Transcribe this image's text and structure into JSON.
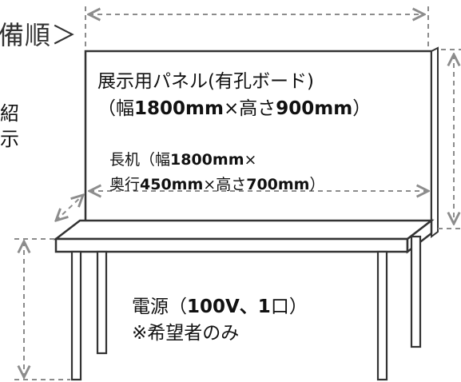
{
  "heading_fragment": "備順＞",
  "side_text": {
    "line1": "紹",
    "line2": "示"
  },
  "panel": {
    "title": "展示用パネル(有孔ボード)",
    "dims_open": "（幅",
    "dims_w": "1800mm",
    "dims_x": "×",
    "dims_h_label": "高さ",
    "dims_h": "900mm",
    "dims_close": "）"
  },
  "desk": {
    "line1_label": "長机（幅",
    "line1_w": "1800mm",
    "line1_x": "×",
    "line2_label": "奥行",
    "line2_d": "450mm",
    "line2_x": "×",
    "line2_h_label": "高さ",
    "line2_h": "700mm",
    "line2_close": "）"
  },
  "power": {
    "line1_label": "電源（",
    "line1_spec": "100V、1",
    "line1_tail": "口）",
    "line2": "※希望者のみ"
  },
  "colors": {
    "stroke": "#333333",
    "dash": "#8c8c8c",
    "text": "#111111"
  }
}
